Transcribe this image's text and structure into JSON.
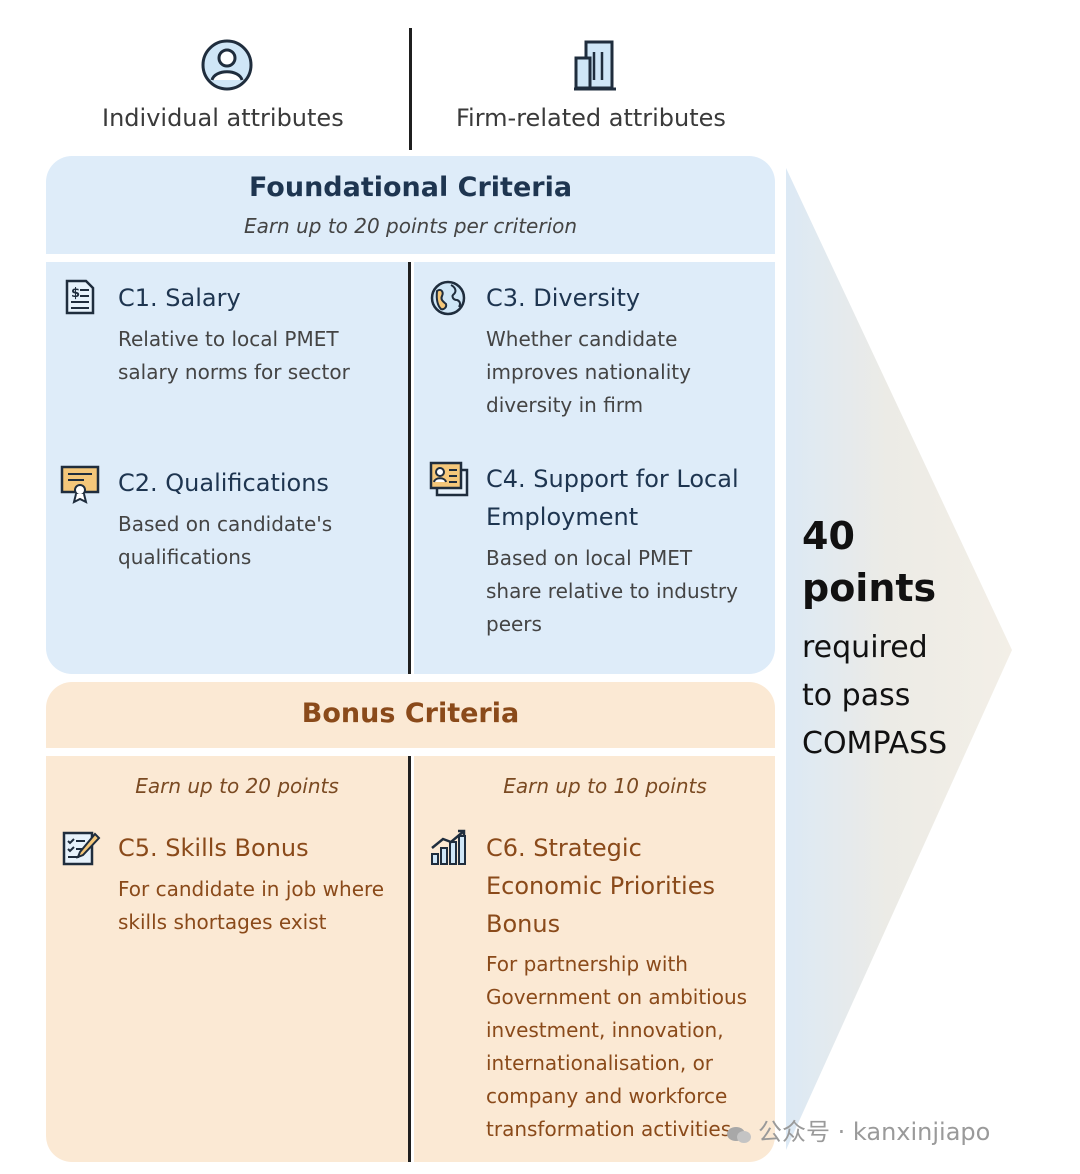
{
  "header": {
    "individual_label": "Individual attributes",
    "firm_label": "Firm-related attributes",
    "individual_icon": "user-icon",
    "firm_icon": "buildings-icon"
  },
  "foundational": {
    "title": "Foundational Criteria",
    "subtitle": "Earn up to 20 points per criterion",
    "criteria": [
      {
        "code": "C1. Salary",
        "desc": [
          "Relative to local PMET",
          "salary norms for sector"
        ],
        "icon": "salary-document-icon"
      },
      {
        "code": "C2. Qualifications",
        "desc": [
          "Based on candidate's",
          "qualifications"
        ],
        "icon": "certificate-icon"
      },
      {
        "code": "C3. Diversity",
        "desc": [
          "Whether candidate",
          "improves nationality",
          "diversity in firm"
        ],
        "icon": "globe-icon"
      },
      {
        "code": [
          "C4. Support for Local",
          "Employment"
        ],
        "desc": [
          "Based on local PMET",
          "share relative to industry",
          "peers"
        ],
        "icon": "id-card-icon"
      }
    ]
  },
  "bonus": {
    "title": "Bonus Criteria",
    "left_earn": "Earn up to 20 points",
    "right_earn": "Earn up to 10 points",
    "criteria": [
      {
        "code": "C5. Skills Bonus",
        "desc": [
          "For candidate in job where",
          "skills shortages exist"
        ],
        "icon": "checklist-icon"
      },
      {
        "code": [
          "C6. Strategic",
          "Economic Priorities",
          "Bonus"
        ],
        "desc": [
          "For partnership with",
          "Government on ambitious",
          "investment, innovation,",
          "internationalisation, or",
          "company and workforce",
          "transformation activities"
        ],
        "icon": "growth-chart-icon"
      }
    ]
  },
  "points": {
    "number": "40",
    "word": "points",
    "lines": [
      "required",
      "to pass",
      "COMPASS"
    ]
  },
  "watermark": "公众号 · kanxinjiapo",
  "colors": {
    "foundational_bg": "#deecf9",
    "bonus_bg": "#fbe9d4",
    "foundational_text": "#1e3550",
    "bonus_text": "#8a4a1a"
  }
}
